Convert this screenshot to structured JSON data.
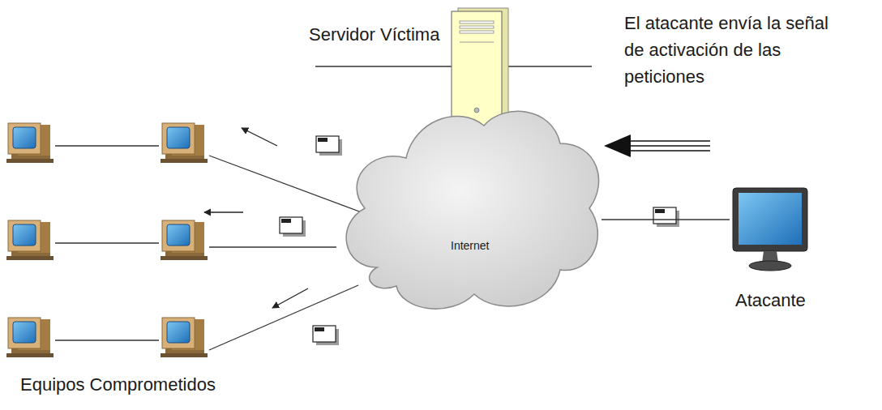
{
  "diagram": {
    "nodes": [
      {
        "text": [
          "Servidor Víctima"
        ]
      },
      {
        "text": [
          "Internet"
        ]
      },
      {
        "text": [
          "Atacante"
        ]
      }
    ],
    "edges": [
      {
        "from": 0,
        "to": 1,
        "arrow": "none"
      },
      {
        "from": 1,
        "to": 2,
        "arrow": "none"
      }
    ],
    "labels": [
      "El atacante envía la señal de activación de las peticiones",
      "Equipos Comprometidos"
    ]
  }
}
